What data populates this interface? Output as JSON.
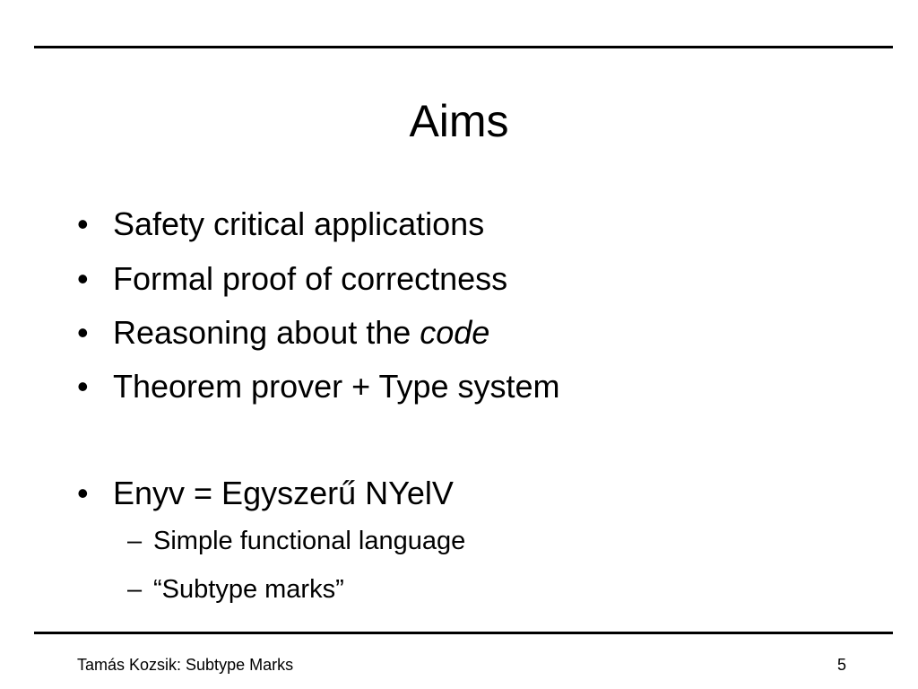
{
  "slide": {
    "title": "Aims",
    "bullets": [
      {
        "marker": "•",
        "text": "Safety critical applications"
      },
      {
        "marker": "•",
        "text": "Formal proof of correctness"
      },
      {
        "marker": "•",
        "text": "Reasoning about the ",
        "emphasis": "code"
      },
      {
        "marker": "•",
        "text": "Theorem prover + Type system"
      },
      {
        "marker": "•",
        "text": "Enyv = Egyszerű NYelV"
      }
    ],
    "sub_bullets": [
      {
        "marker": "–",
        "text": "Simple functional language"
      },
      {
        "marker": "–",
        "text": "“Subtype marks”"
      }
    ]
  },
  "footer": {
    "left": "Tamás Kozsik: Subtype Marks",
    "page_number": "5"
  }
}
